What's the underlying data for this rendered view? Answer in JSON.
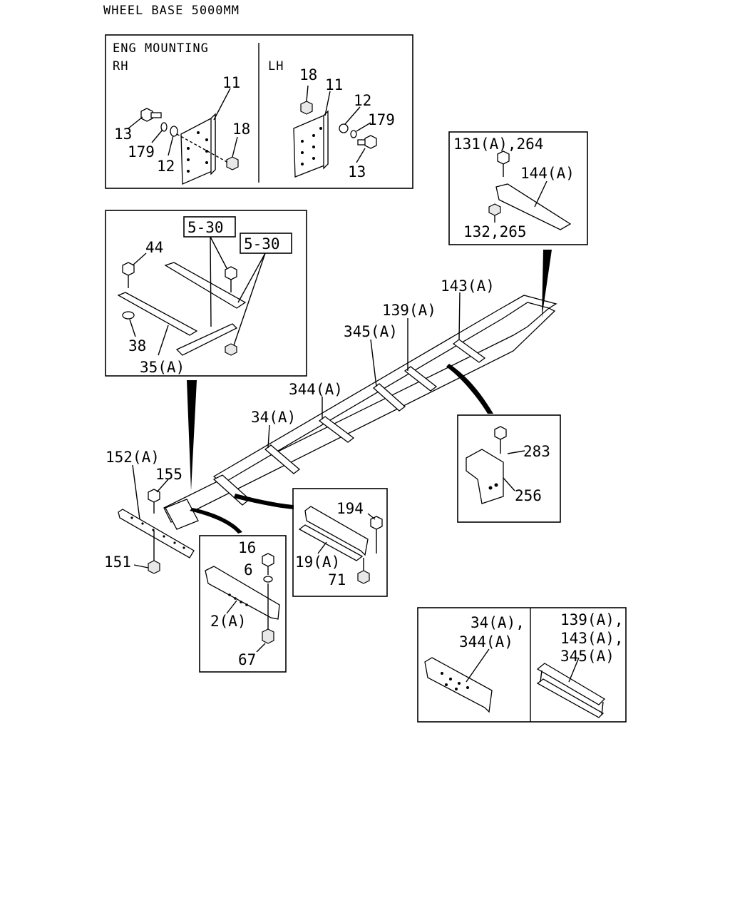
{
  "title": "WHEEL BASE 5000MM",
  "eng_mounting": {
    "header_line1": "ENG MOUNTING",
    "header_line2": "RH",
    "lh_header": "LH",
    "rh_labels": {
      "p11": "11",
      "p13": "13",
      "p179": "179",
      "p12": "12",
      "p18": "18"
    },
    "lh_labels": {
      "p18": "18",
      "p11": "11",
      "p12": "12",
      "p179": "179",
      "p13": "13"
    }
  },
  "crossmember_detail": {
    "ref1": "5-30",
    "ref2": "5-30",
    "p44": "44",
    "p38": "38",
    "p35a": "35(A)"
  },
  "top_right_detail": {
    "p131_264": "131(A),264",
    "p144a": "144(A)",
    "p132_265": "132,265"
  },
  "frame_labels": {
    "p143a": "143(A)",
    "p139a": "139(A)",
    "p345a": "345(A)",
    "p344a": "344(A)",
    "p34a": "34(A)",
    "p152a": "152(A)",
    "p155": "155",
    "p151": "151"
  },
  "bracket_detail": {
    "p283": "283",
    "p256": "256"
  },
  "front_detail": {
    "p194": "194",
    "p19a": "19(A)",
    "p71": "71"
  },
  "bumper_detail": {
    "p16": "16",
    "p6": "6",
    "p2a": "2(A)",
    "p67": "67"
  },
  "section_detail": {
    "left_line1": "34(A),",
    "left_line2": "344(A)",
    "right_line1": "139(A),",
    "right_line2": "143(A),",
    "right_line3": "345(A)"
  }
}
